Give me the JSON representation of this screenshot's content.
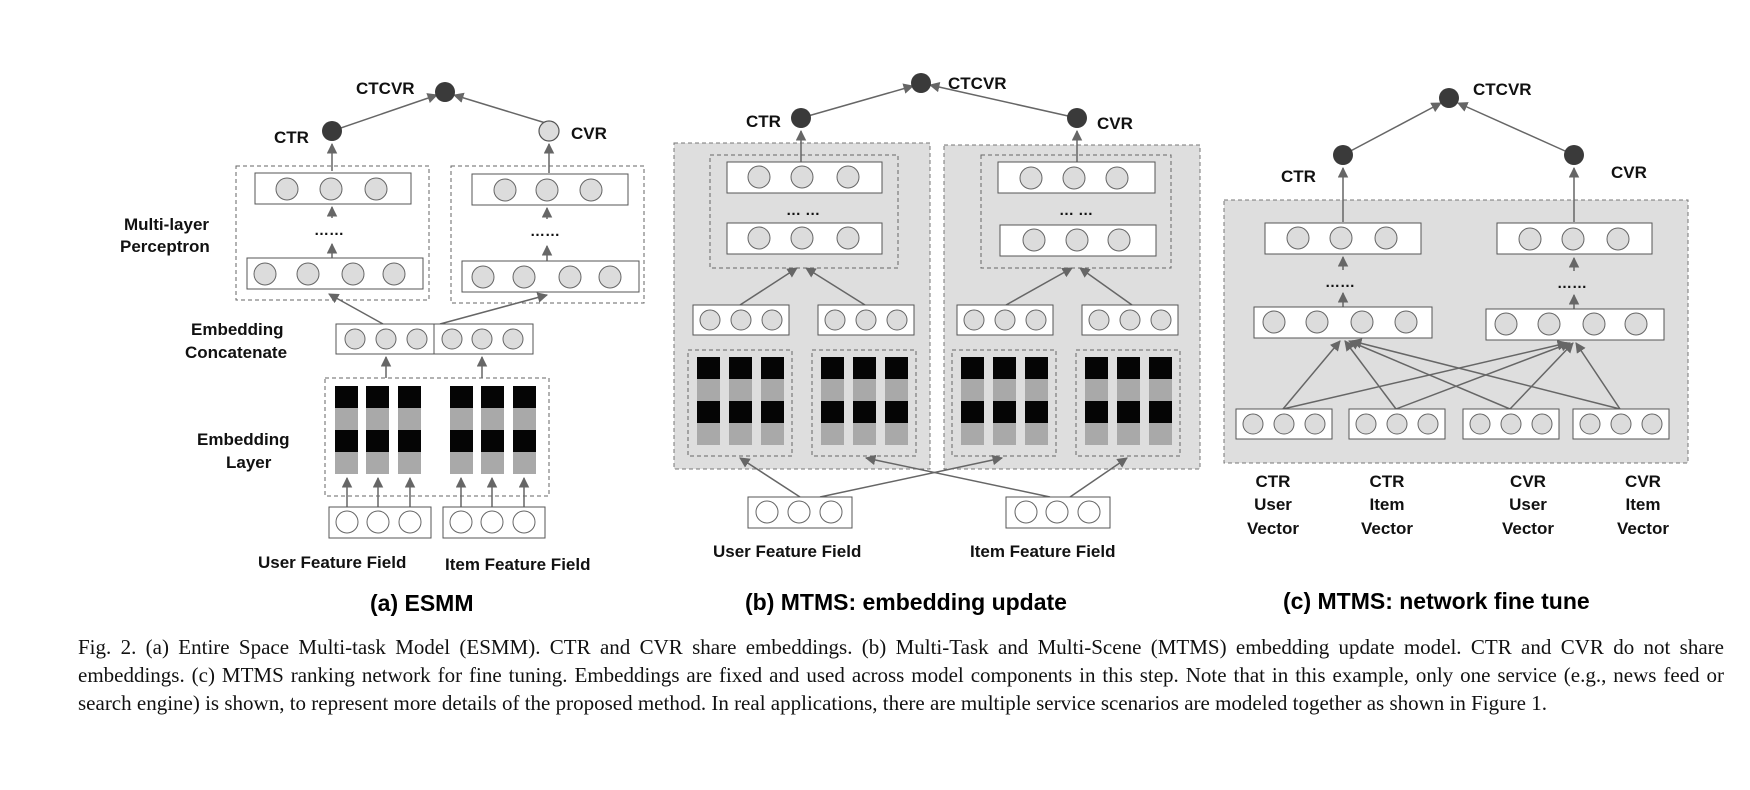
{
  "panel_a": {
    "subtitle": "(a) ESMM",
    "ctcvr": "CTCVR",
    "ctr": "CTR",
    "cvr": "CVR",
    "mlp_line1": "Multi-layer",
    "mlp_line2": "Perceptron",
    "concat_line1": "Embedding",
    "concat_line2": "Concatenate",
    "emb_line1": "Embedding",
    "emb_line2": "Layer",
    "user_field": "User Feature Field",
    "item_field": "Item Feature Field",
    "ellipsis": "……"
  },
  "panel_b": {
    "subtitle": "(b) MTMS: embedding update",
    "ctcvr": "CTCVR",
    "ctr": "CTR",
    "cvr": "CVR",
    "user_field": "User Feature Field",
    "item_field": "Item Feature Field",
    "ellipsis": "… …"
  },
  "panel_c": {
    "subtitle": "(c) MTMS: network fine tune",
    "ctcvr": "CTCVR",
    "ctr": "CTR",
    "cvr": "CVR",
    "vec_labels": [
      {
        "l1": "CTR",
        "l2": "User",
        "l3": "Vector"
      },
      {
        "l1": "CTR",
        "l2": "Item",
        "l3": "Vector"
      },
      {
        "l1": "CVR",
        "l2": "User",
        "l3": "Vector"
      },
      {
        "l1": "CVR",
        "l2": "Item",
        "l3": "Vector"
      }
    ],
    "ellipsis": "……"
  },
  "caption": "Fig. 2.  (a) Entire Space Multi-task Model (ESMM). CTR and CVR share embeddings. (b) Multi-Task and Multi-Scene (MTMS) embedding update model. CTR and CVR do not share embeddings. (c) MTMS ranking network for fine tuning. Embeddings are fixed and used across model components in this step. Note that in this example, only one service (e.g., news feed or search engine) is shown, to represent more details of the proposed method. In real applications, there are multiple service scenarios are modeled together as shown in Figure 1.",
  "colors": {
    "node_dark": "#3a3a3a",
    "node_light": "#dcdcdc",
    "panel_fill": "#dedede",
    "emb_black": "#050505",
    "emb_gray": "#a9a9a9"
  }
}
